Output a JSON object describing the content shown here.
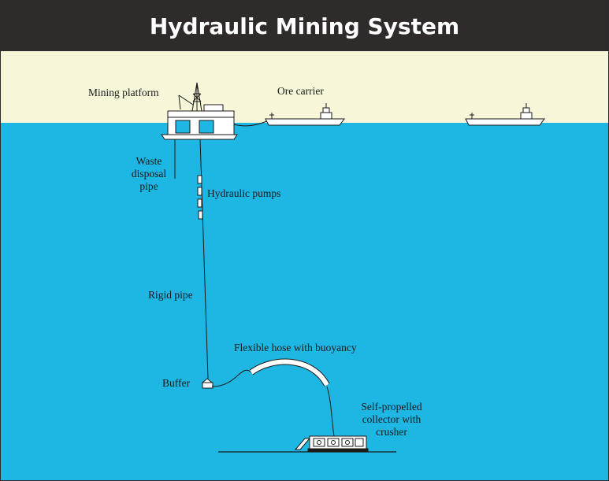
{
  "title": "Hydraulic Mining System",
  "labels": {
    "mining_platform": "Mining platform",
    "ore_carrier": "Ore carrier",
    "waste_pipe_1": "Waste",
    "waste_pipe_2": "disposal",
    "waste_pipe_3": "pipe",
    "hydraulic_pumps": "Hydraulic pumps",
    "rigid_pipe": "Rigid pipe",
    "flexible_hose": "Flexible hose with buoyancy",
    "buffer": "Buffer",
    "collector_1": "Self-propelled",
    "collector_2": "collector with",
    "collector_3": "crusher"
  },
  "colors": {
    "title_bg": "#2e2b2a",
    "sky": "#f8f6d8",
    "sea": "#1eb6e2",
    "line": "#1a1a1a"
  },
  "icons": [
    "oil-rig-icon",
    "ore-carrier-ship-icon",
    "pump-icon",
    "buffer-icon",
    "collector-vehicle-icon"
  ]
}
